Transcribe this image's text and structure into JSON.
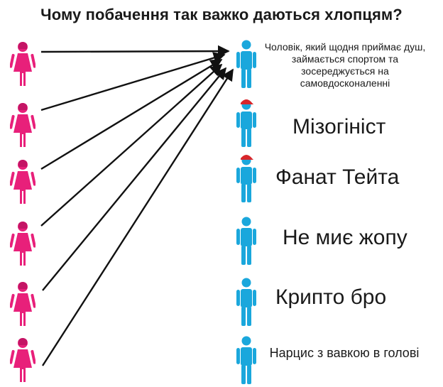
{
  "title": "Чому побачення так важко даються хлопцям?",
  "colors": {
    "woman": "#e8207a",
    "man": "#1aa7dc",
    "cap": "#d8262b",
    "arrow": "#111111"
  },
  "icons": {
    "woman": "woman-figure-icon",
    "man": "man-figure-icon"
  },
  "women_count": 6,
  "men": [
    {
      "label": "Чоловік, який щодня приймає душ, займається спортом та зосереджується на самовдосконаленні",
      "hat": false
    },
    {
      "label": "Мізогініст",
      "hat": true
    },
    {
      "label": "Фанат Тейта",
      "hat": true
    },
    {
      "label": "Не миє жопу",
      "hat": false
    },
    {
      "label": "Крипто бро",
      "hat": false
    },
    {
      "label": "Нарцис з вавкою в голові",
      "hat": false
    }
  ]
}
